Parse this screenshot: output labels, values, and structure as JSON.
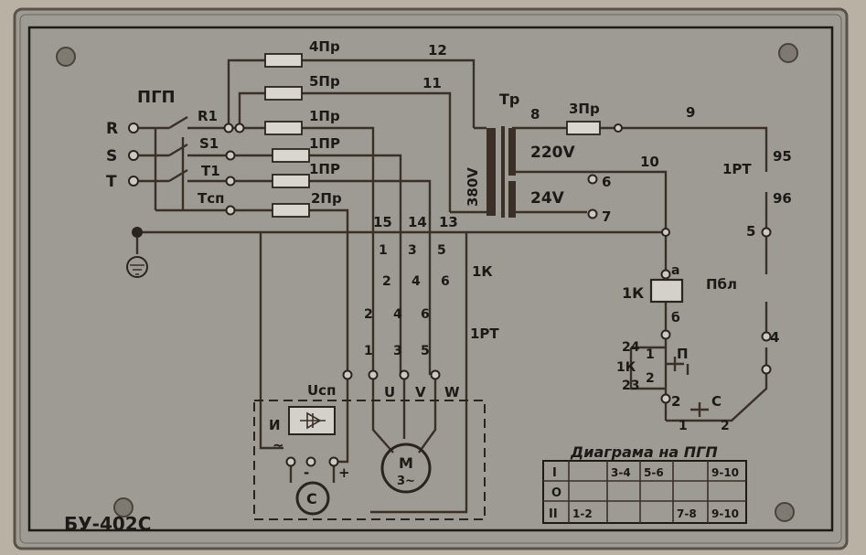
{
  "plate": {
    "model": "БУ-402С",
    "colors": {
      "background": "#b9b1a3",
      "plate": "#9d9b93",
      "ink": "#2a241e"
    }
  },
  "inputs": {
    "r": "R",
    "s": "S",
    "t": "T",
    "switch": "ПГП",
    "earth_icon": "ground-icon"
  },
  "switch_terminals": {
    "r1": "R1",
    "s1": "S1",
    "t1": "T1",
    "tcp": "Tсп"
  },
  "fuses": {
    "f4": "4Пр",
    "f5": "5Пр",
    "f1a": "1Пр",
    "f1b": "1ПР",
    "f1c": "1ПР",
    "f2": "2Пр",
    "f3": "3Пр"
  },
  "wire_numbers": {
    "w12": "12",
    "w11": "11",
    "w15": "15",
    "w14": "14",
    "w13": "13",
    "w8": "8",
    "w9": "9",
    "w10": "10",
    "w95": "95",
    "w96": "96",
    "w5": "5",
    "w4": "4"
  },
  "transformer": {
    "label": "Тр",
    "primary": "380V",
    "secondary_a": "220V",
    "secondary_b": "24V",
    "tap6": "6",
    "tap7": "7"
  },
  "contactor": {
    "label_k": "1К",
    "label_rt": "1РТ",
    "contacts_top": [
      "1",
      "3",
      "5"
    ],
    "contacts_mid": [
      "2",
      "4",
      "6"
    ],
    "contacts_low": [
      "2",
      "4",
      "6"
    ],
    "contacts_bot": [
      "1",
      "3",
      "5"
    ]
  },
  "motor": {
    "u": "U",
    "v": "V",
    "w": "W",
    "label": "M",
    "sub": "3~"
  },
  "rectifier": {
    "label": "Uсп",
    "i": "И",
    "minus": "-",
    "plus": "+",
    "wave": "~",
    "c_label": "С"
  },
  "control": {
    "coil": "1К",
    "a": "а",
    "b": "б",
    "rt": "1РТ",
    "pbl": "Пбл",
    "contact_24": "24",
    "contact_23": "23",
    "contact_1k": "1К",
    "p": "П",
    "p1": "1",
    "p2": "2",
    "node2": "2",
    "c": "С",
    "c1": "1",
    "c2": "2"
  },
  "diagram_table": {
    "title": "Диаграма на ПГП",
    "rows": [
      {
        "pos": "I",
        "cells": [
          "",
          "3-4",
          "5-6",
          "",
          "9-10"
        ]
      },
      {
        "pos": "O",
        "cells": [
          "",
          "",
          "",
          "",
          ""
        ]
      },
      {
        "pos": "II",
        "cells": [
          "1-2",
          "",
          "",
          "7-8",
          "9-10"
        ]
      }
    ]
  }
}
